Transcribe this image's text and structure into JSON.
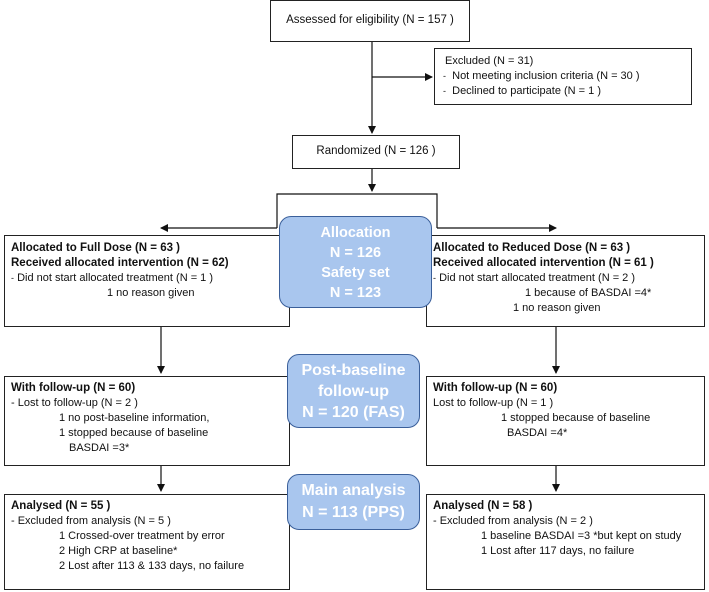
{
  "assessed": "Assessed for eligibility (N = 157 )",
  "excluded": {
    "title": "Excluded  (N = 31)",
    "items": [
      "Not meeting inclusion criteria (N = 30 )",
      "Declined to participate (N = 1 )"
    ]
  },
  "randomized": "Randomized (N = 126 )",
  "allocation_phase": {
    "lines": [
      "Allocation",
      "N = 126",
      "Safety set",
      "N = 123"
    ]
  },
  "left_alloc": {
    "line1": "Allocated to Full Dose (N = 63 )",
    "line2": "Received allocated intervention (N =  62)",
    "line3": "Did not start allocated treatment  (N = 1 )",
    "line4": "1 no reason given"
  },
  "right_alloc": {
    "line1": "Allocated to Reduced Dose (N = 63 )",
    "line2": "Received allocated intervention (N = 61 )",
    "line3": "Did not start allocated treatment  (N = 2 )",
    "line4": "1 because of BASDAI =4*",
    "line5": "1 no reason given"
  },
  "followup_phase": {
    "lines": [
      "Post-baseline",
      "follow-up",
      "N = 120 (FAS)"
    ]
  },
  "left_follow": {
    "line1": "With follow-up (N = 60)",
    "line2": "- Lost to follow-up  (N = 2 )",
    "line3": "1 no post-baseline information,",
    "line4": "1 stopped because of baseline",
    "line5": "BASDAI =3*"
  },
  "right_follow": {
    "line1": "With follow-up (N = 60)",
    "line2": "Lost to follow-up (N = 1 )",
    "line3": "1 stopped because of baseline",
    "line4": "BASDAI =4*"
  },
  "analysis_phase": {
    "lines": [
      "Main analysis",
      "N = 113 (PPS)"
    ]
  },
  "left_analysed": {
    "line1": "Analysed (N = 55 )",
    "line2": "- Excluded from analysis (N = 5 )",
    "line3": "1 Crossed-over  treatment by error",
    "line4": "2 High CRP at baseline*",
    "line5": "2 Lost after 113  & 133 days, no failure"
  },
  "right_analysed": {
    "line1": "Analysed (N = 58 )",
    "line2": "- Excluded from analysis (N  = 2 )",
    "line3": "1 baseline BASDAI =3 *but kept on study",
    "line4": "1 Lost after 117 days, no failure"
  }
}
